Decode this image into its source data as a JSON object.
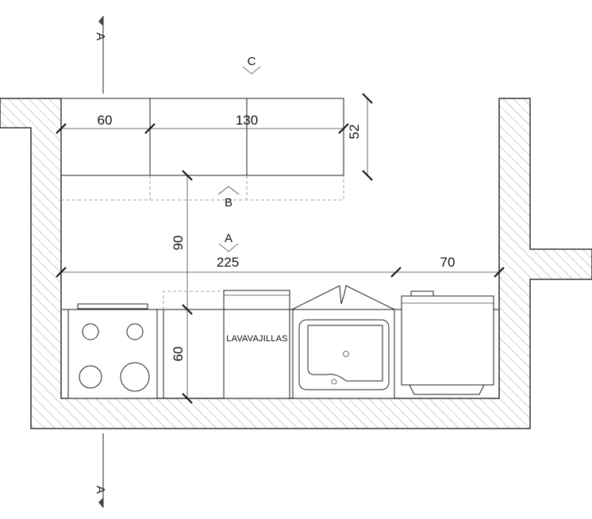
{
  "plan": {
    "dimensions": {
      "upper_left_width": "60",
      "upper_right_width": "130",
      "upper_depth": "52",
      "room_depth": "90",
      "counter_length": "225",
      "fridge_width": "70",
      "base_depth": "60"
    },
    "section_markers": {
      "top": "A",
      "bottom": "A",
      "c_label": "C",
      "b_label": "B",
      "a_label_mid": "A"
    },
    "appliances": {
      "dishwasher_label": "LAVAVAJILLAS"
    },
    "colors": {
      "line": "#222222",
      "hatch": "#a0a0a0",
      "background": "#ffffff"
    }
  }
}
